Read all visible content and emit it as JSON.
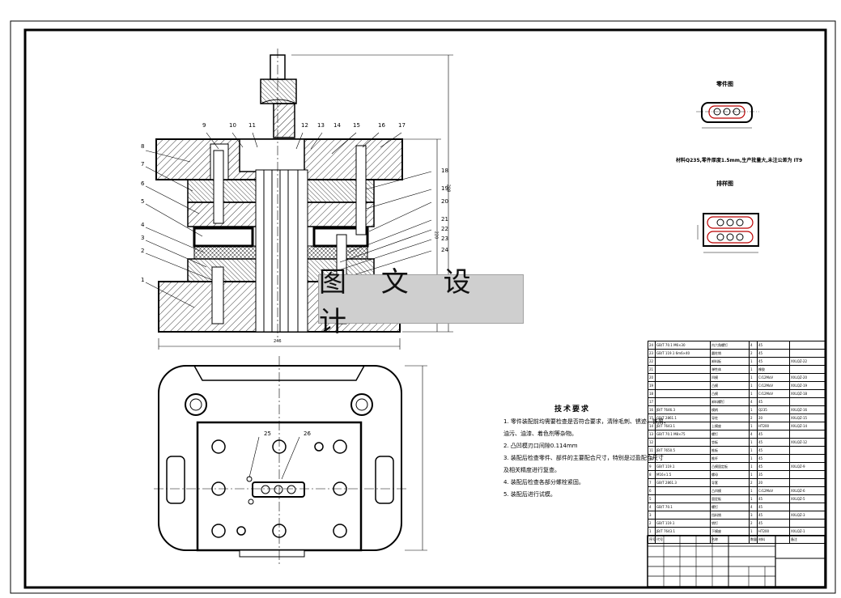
{
  "watermark": "图 文 设 计",
  "part_labels": {
    "top": [
      "9",
      "10",
      "11",
      "12",
      "13",
      "14",
      "15",
      "16",
      "17"
    ],
    "left": [
      "8",
      "7",
      "6",
      "5",
      "4",
      "3",
      "2",
      "1"
    ],
    "right": [
      "18",
      "19",
      "20",
      "21",
      "22",
      "23",
      "24"
    ],
    "plan": [
      "25",
      "26"
    ]
  },
  "dimensions": {
    "base_width": "246",
    "total_height": "208",
    "right_side": "220"
  },
  "strip_titles": {
    "part": "零件图",
    "layout": "排样图"
  },
  "material_note": "材料Q235,零件厚度1.5mm,生产批量大,未注公差为 IT9",
  "tech_requirements": {
    "title": "技术要求",
    "lines": [
      "1. 零件装配前均需要检查是否符合要求，清除毛刺、锈迹、铁屑、",
      "   油污、油漆、着色剂等杂物。",
      "2. 凸凹模刃口间隙0.114mm",
      "3. 装配后检查零件、部件的主要配合尺寸，特别是过盈配合尺寸",
      "   及相关精度进行复查。",
      "4. 装配后检查各部分螺栓紧固。",
      "5. 装配后进行试模。"
    ]
  },
  "bom_rows": [
    [
      "24",
      "GB/T 70.1 M6×30",
      "内六角螺钉",
      "4",
      "45",
      ""
    ],
    [
      "23",
      "GB/T 119.1 6m6×40",
      "圆柱销",
      "2",
      "45",
      ""
    ],
    [
      "22",
      "",
      "卸料板",
      "1",
      "45",
      "XXLQZ-22"
    ],
    [
      "21",
      "",
      "弹性体",
      "1",
      "橡胶",
      ""
    ],
    [
      "20",
      "",
      "凹模",
      "1",
      "Cr12MoV",
      "XXLQZ-20"
    ],
    [
      "19",
      "",
      "凸模",
      "1",
      "Cr12MoV",
      "XXLQZ-19"
    ],
    [
      "18",
      "",
      "凸模",
      "1",
      "Cr12MoV",
      "XXLQZ-18"
    ],
    [
      "17",
      "",
      "卸料螺钉",
      "4",
      "45",
      ""
    ],
    [
      "16",
      "JB/T 7646.3",
      "模柄",
      "1",
      "Q235",
      "XXLQZ-16"
    ],
    [
      "15",
      "GB/T 2861.1",
      "导柱",
      "2",
      "20",
      "XXLQZ-15"
    ],
    [
      "14",
      "JB/T 7643.1",
      "上模座",
      "1",
      "HT200",
      "XXLQZ-14"
    ],
    [
      "13",
      "GB/T 70.1 M8×75",
      "螺钉",
      "4",
      "45",
      ""
    ],
    [
      "12",
      "",
      "垫板",
      "1",
      "45",
      "XXLQZ-12"
    ],
    [
      "11",
      "JB/T 7650.5",
      "推板",
      "1",
      "45",
      ""
    ],
    [
      "10",
      "",
      "推杆",
      "1",
      "45",
      ""
    ],
    [
      "9",
      "GB/T 119.1",
      "凸模固定板",
      "1",
      "45",
      "XXLQZ-9"
    ],
    [
      "8",
      "M16×1.5",
      "螺母",
      "1",
      "35",
      ""
    ],
    [
      "7",
      "GB/T 2861.3",
      "导套",
      "2",
      "20",
      ""
    ],
    [
      "6",
      "",
      "凸凹模",
      "1",
      "Cr12MoV",
      "XXLQZ-6"
    ],
    [
      "5",
      "",
      "固定板",
      "1",
      "45",
      "XXLQZ-5"
    ],
    [
      "4",
      "GB/T 70.1",
      "螺钉",
      "4",
      "45",
      ""
    ],
    [
      "3",
      "",
      "挡料销",
      "3",
      "45",
      "XXLQZ-3"
    ],
    [
      "2",
      "GB/T 119.1",
      "销钉",
      "2",
      "45",
      ""
    ],
    [
      "1",
      "JB/T 7643.1",
      "下模座",
      "1",
      "HT200",
      "XXLQZ-1"
    ]
  ],
  "bom_header": [
    "序号",
    "代号",
    "名称",
    "数量",
    "材料",
    "备注"
  ]
}
